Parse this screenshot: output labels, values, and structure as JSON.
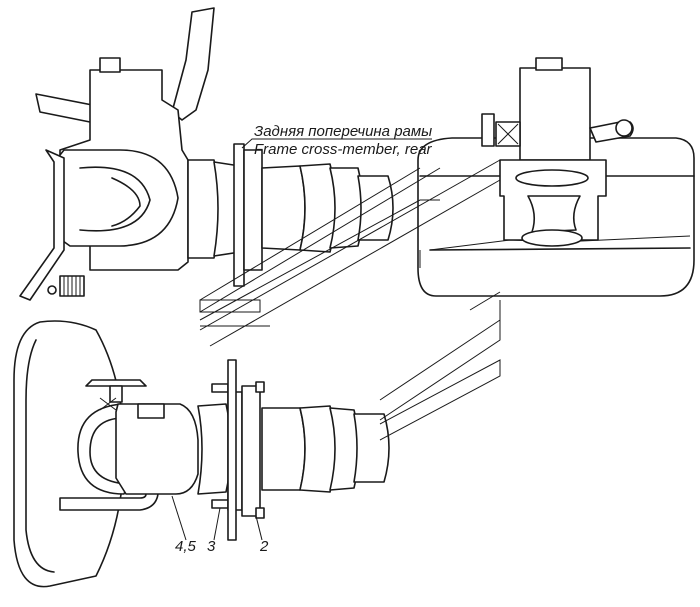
{
  "caption": {
    "ru": "Задняя поперечина рамы",
    "en": "Frame cross-member, rear"
  },
  "callouts": {
    "c45": "4,5",
    "c3": "3",
    "c2": "2"
  }
}
